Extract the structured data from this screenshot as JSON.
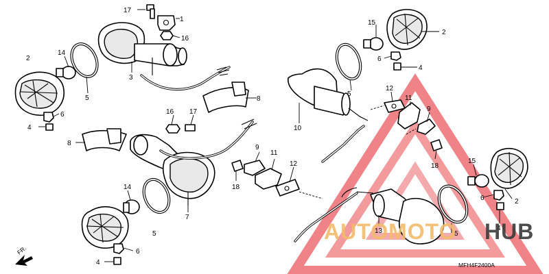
{
  "diagram": {
    "code": "MFH4F2400A",
    "direction_label": "FR.",
    "part_numbers": [
      "17",
      "1",
      "16",
      "2",
      "14",
      "3",
      "5",
      "6",
      "4",
      "8",
      "16",
      "17",
      "8",
      "14",
      "7",
      "5",
      "6",
      "4",
      "2",
      "5",
      "6",
      "4",
      "15",
      "12",
      "11",
      "9",
      "10",
      "18",
      "9",
      "11",
      "12",
      "13",
      "5",
      "18",
      "15",
      "6",
      "2",
      "4"
    ]
  },
  "watermark": {
    "text_colored": "AUTOMOTO",
    "text_dark": "HUB",
    "color_primary": "#e8484f",
    "color_secondary": "#f3bb6a",
    "color_dark": "#3a3a3a"
  }
}
